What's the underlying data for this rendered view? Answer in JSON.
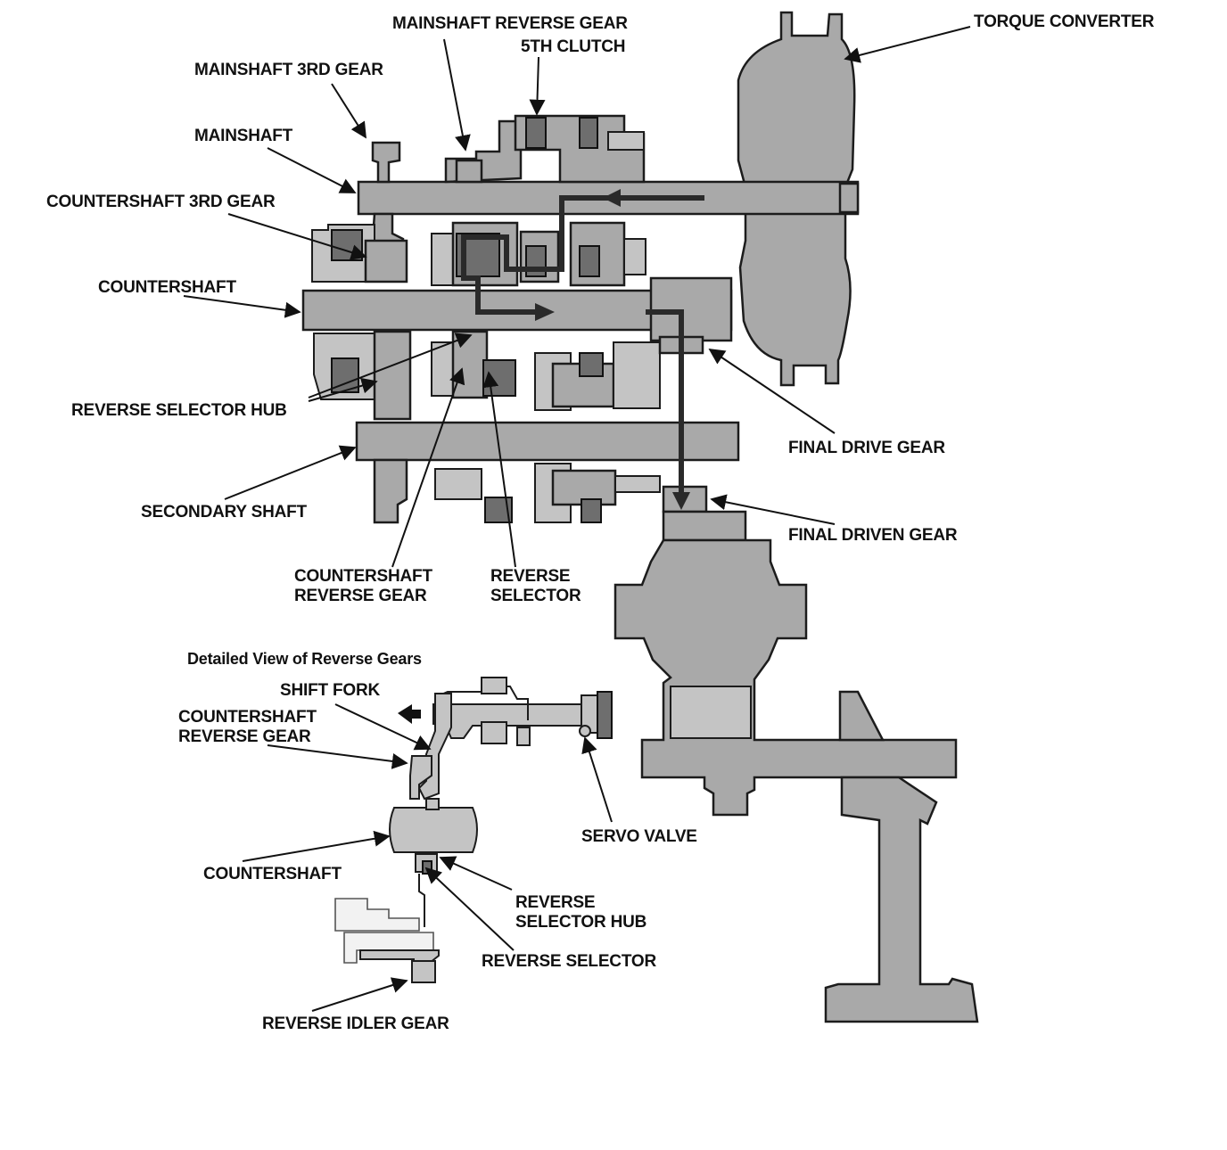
{
  "labels": {
    "mainshaft_reverse_gear": "MAINSHAFT REVERSE GEAR",
    "fifth_clutch": "5TH CLUTCH",
    "torque_converter": "TORQUE CONVERTER",
    "mainshaft_3rd_gear": "MAINSHAFT 3RD GEAR",
    "mainshaft": "MAINSHAFT",
    "countershaft_3rd_gear": "COUNTERSHAFT 3RD GEAR",
    "countershaft": "COUNTERSHAFT",
    "reverse_selector_hub": "REVERSE SELECTOR HUB",
    "final_drive_gear": "FINAL DRIVE GEAR",
    "secondary_shaft": "SECONDARY SHAFT",
    "final_driven_gear": "FINAL DRIVEN GEAR",
    "countershaft_reverse_gear": "COUNTERSHAFT\nREVERSE GEAR",
    "reverse_selector": "REVERSE\nSELECTOR"
  },
  "detail": {
    "title": "Detailed View of Reverse Gears",
    "shift_fork": "SHIFT FORK",
    "countershaft_reverse_gear": "COUNTERSHAFT\nREVERSE GEAR",
    "servo_valve": "SERVO VALVE",
    "countershaft": "COUNTERSHAFT",
    "reverse_selector_hub": "REVERSE\nSELECTOR HUB",
    "reverse_selector": "REVERSE SELECTOR",
    "reverse_idler_gear": "REVERSE IDLER GEAR"
  }
}
